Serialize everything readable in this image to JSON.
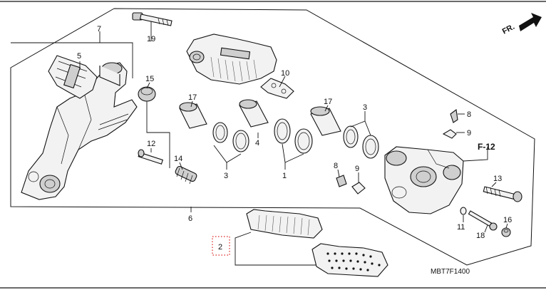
{
  "direction_label": "FR.",
  "figure_code": "MBT7F1400",
  "ref_label": "F-12",
  "callouts": {
    "c1": "1",
    "c2": "2",
    "c3a": "3",
    "c3b": "3",
    "c4": "4",
    "c5": "5",
    "c6": "6",
    "c7": "7",
    "c8a": "8",
    "c8b": "8",
    "c9a": "9",
    "c9b": "9",
    "c10": "10",
    "c11": "11",
    "c12": "12",
    "c13": "13",
    "c14": "14",
    "c15": "15",
    "c16": "16",
    "c17a": "17",
    "c17b": "17",
    "c18": "18",
    "c19": "19"
  }
}
